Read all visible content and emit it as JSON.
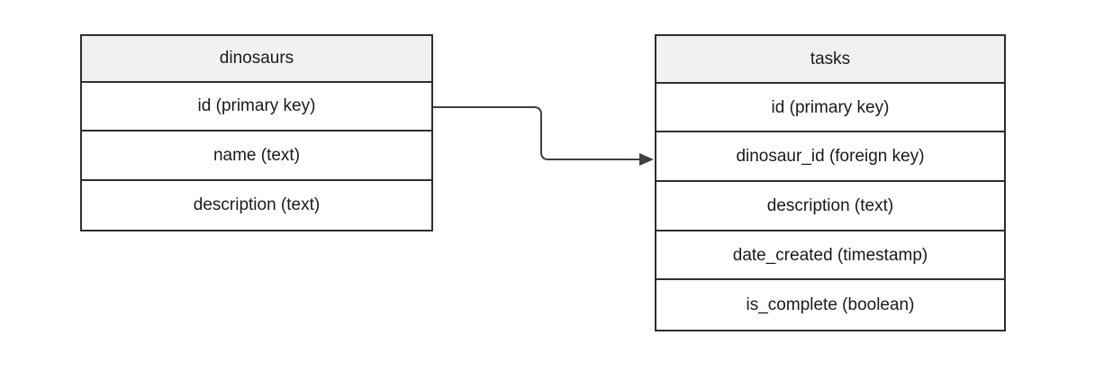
{
  "diagram": {
    "background": "#ffffff",
    "colors": {
      "background": "#ffffff",
      "header_fill": "#f0f1f3",
      "row_fill": "#ffffff",
      "border": "#2e2e2e",
      "connector": "#3a414a",
      "text": "#1a1a1a"
    },
    "tables": [
      {
        "name": "dinosaurs",
        "rows": [
          "id (primary key)",
          "name (text)",
          "description (text)"
        ]
      },
      {
        "name": "tasks",
        "rows": [
          "id (primary key)",
          "dinosaur_id (foreign key)",
          "description (text)",
          "date_created (timestamp)",
          "is_complete (boolean)"
        ]
      }
    ],
    "connectors": [
      {
        "from_table": "dinosaurs",
        "from_row": "id (primary key)",
        "to_table": "tasks",
        "to_row": "dinosaur_id (foreign key)",
        "arrow": "filled-triangle-right"
      }
    ]
  }
}
